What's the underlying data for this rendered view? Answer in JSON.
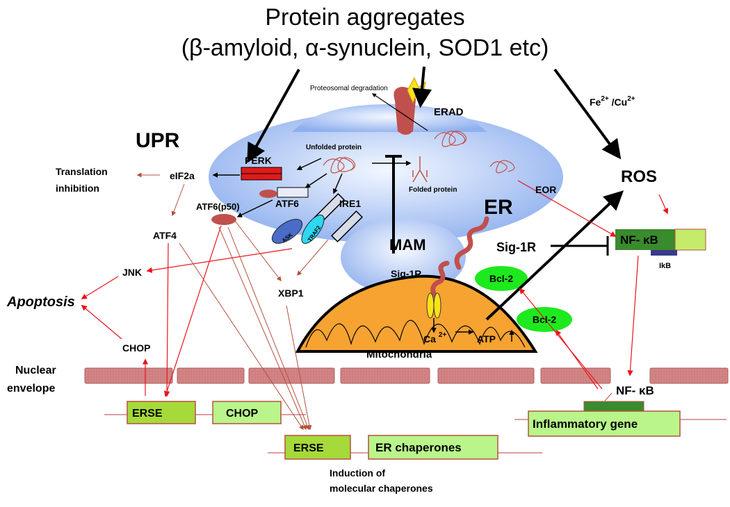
{
  "title": {
    "line1": "Protein aggregates",
    "line2": "(β-amyloid, α-synuclein, SOD1 etc)"
  },
  "labels": {
    "proteosomal_degradation": "Proteosomal degradation",
    "erad": "ERAD",
    "metals_prefix": "Fe",
    "metals_sup1": "2+",
    "metals_mid": " /Cu",
    "metals_sup2": "2+",
    "upr": "UPR",
    "unfolded_protein": "Unfolded protein",
    "folded_protein": "Folded protein",
    "er": "ER",
    "eor": "EOR",
    "ros": "ROS",
    "perk": "PERK",
    "eif2a": "eIF2a",
    "translation_inhibition_1": "Translation",
    "translation_inhibition_2": "inhibition",
    "atf6": "ATF6",
    "atf6_p50": "ATF6(p50)",
    "ire1": "IRE1",
    "ask": "ASK",
    "traf2": "TRAF2",
    "atf4": "ATF4",
    "jnk": "JNK",
    "xbp1": "XBP1",
    "apoptosis": "Apoptosis",
    "chop": "CHOP",
    "mam": "MAM",
    "sig1r_mam": "Sig-1R",
    "sig1r_right": "Sig-1R",
    "bcl2_top": "Bcl-2",
    "bcl2_bottom": "Bcl-2",
    "nfkb_box": "NF- κB",
    "ikb": "IkB",
    "ca": "Ca",
    "ca_sup": "2+",
    "atp": "ATP",
    "mitochondria": "Mitochondria",
    "nuclear_envelope_1": "Nuclear",
    "nuclear_envelope_2": "envelope",
    "nfkb_nuclear": "NF- κB",
    "erse_1": "ERSE",
    "chop_gene": "CHOP",
    "erse_2": "ERSE",
    "er_chaperones": "ER chaperones",
    "inflammatory_gene": "Inflammatory gene",
    "induction_1": "Induction of",
    "induction_2": "molecular chaperones"
  },
  "colors": {
    "er_fill": "#a9c3f2",
    "mito_fill": "#f6a332",
    "membrane": "#cf7f80",
    "gene_green": "#a6d93a",
    "gene_light": "#b9f58a",
    "bcl2": "#1ee91e",
    "arrow_red": "#e8151b",
    "arrow_brown": "#b5513f",
    "perk_red": "#e01a1a",
    "ask_blue": "#4a6cc8",
    "traf2_cyan": "#2fd7f0"
  }
}
